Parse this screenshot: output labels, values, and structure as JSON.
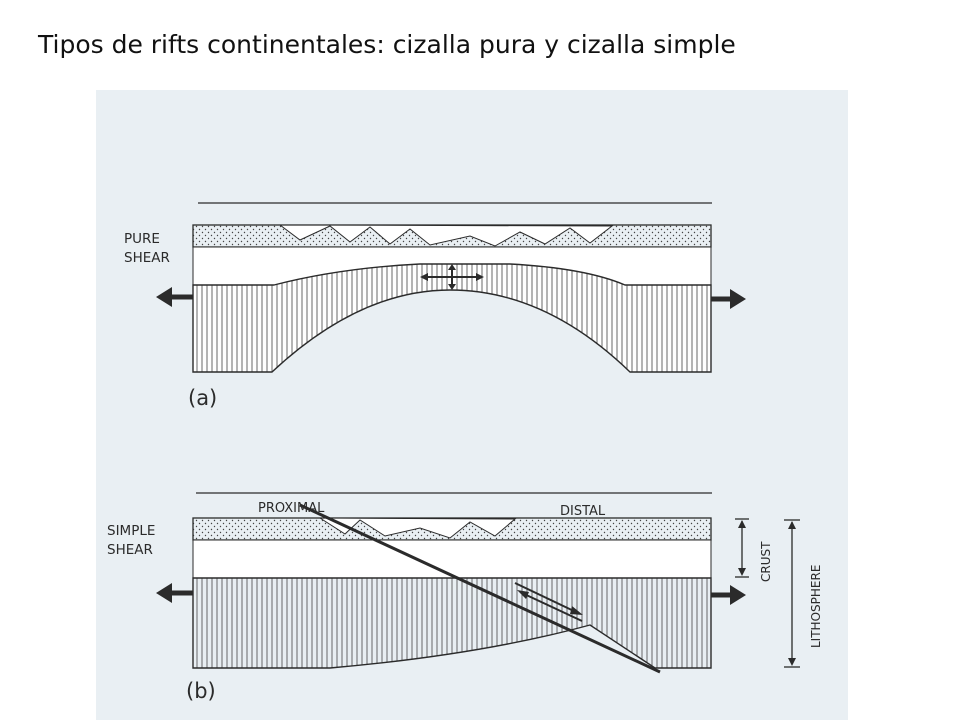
{
  "slide": {
    "title": "Tipos de rifts continentales: cizalla pura y cizalla simple"
  },
  "figure": {
    "panel_a": {
      "label_line1": "PURE",
      "label_line2": "SHEAR",
      "caption": "(a)"
    },
    "panel_b": {
      "label_line1": "SIMPLE",
      "label_line2": "SHEAR",
      "caption": "(b)",
      "proximal_label": "PROXIMAL",
      "distal_label": "DISTAL",
      "crust_label": "CRUST",
      "lithosphere_label": "LITHOSPHERE"
    }
  },
  "colors": {
    "panel_background": "#e9eff3",
    "ink": "#2b2b2b",
    "title_text": "#111111"
  }
}
